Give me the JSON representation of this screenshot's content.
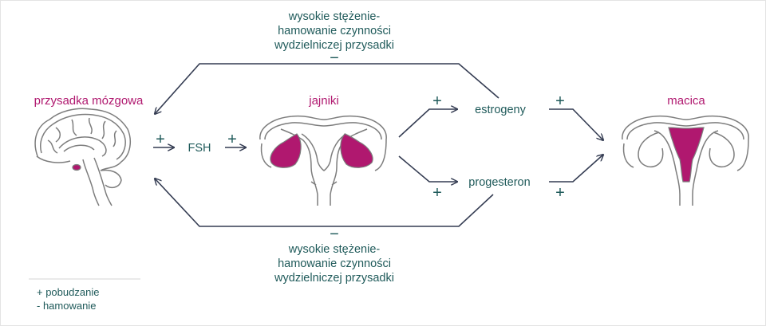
{
  "organs": {
    "pituitary": "przysadka mózgowa",
    "ovaries": "jajniki",
    "uterus": "macica"
  },
  "hormones": {
    "fsh": "FSH",
    "estrogen": "estrogeny",
    "progesterone": "progesteron"
  },
  "feedback_top": {
    "line1": "wysokie stężenie-",
    "line2": "hamowanie czynności",
    "line3": "wydzielniczej przysadki",
    "sign": "−"
  },
  "feedback_bottom": {
    "sign": "−",
    "line1": "wysokie stężenie-",
    "line2": "hamowanie czynności",
    "line3": "wydzielniczej przysadki"
  },
  "signs": {
    "pituitary_to_fsh": "+",
    "fsh_to_ovaries": "+",
    "ovaries_to_estrogen": "+",
    "ovaries_to_progesterone": "+",
    "estrogen_to_uterus": "+",
    "progesterone_to_uterus": "+"
  },
  "legend": {
    "plus": "+ pobudzanie",
    "minus": "- hamowanie"
  },
  "colors": {
    "magenta": "#b0186f",
    "teal_text": "#1f5a5a",
    "arrow": "#343c52",
    "outline": "#7d7d7d"
  }
}
